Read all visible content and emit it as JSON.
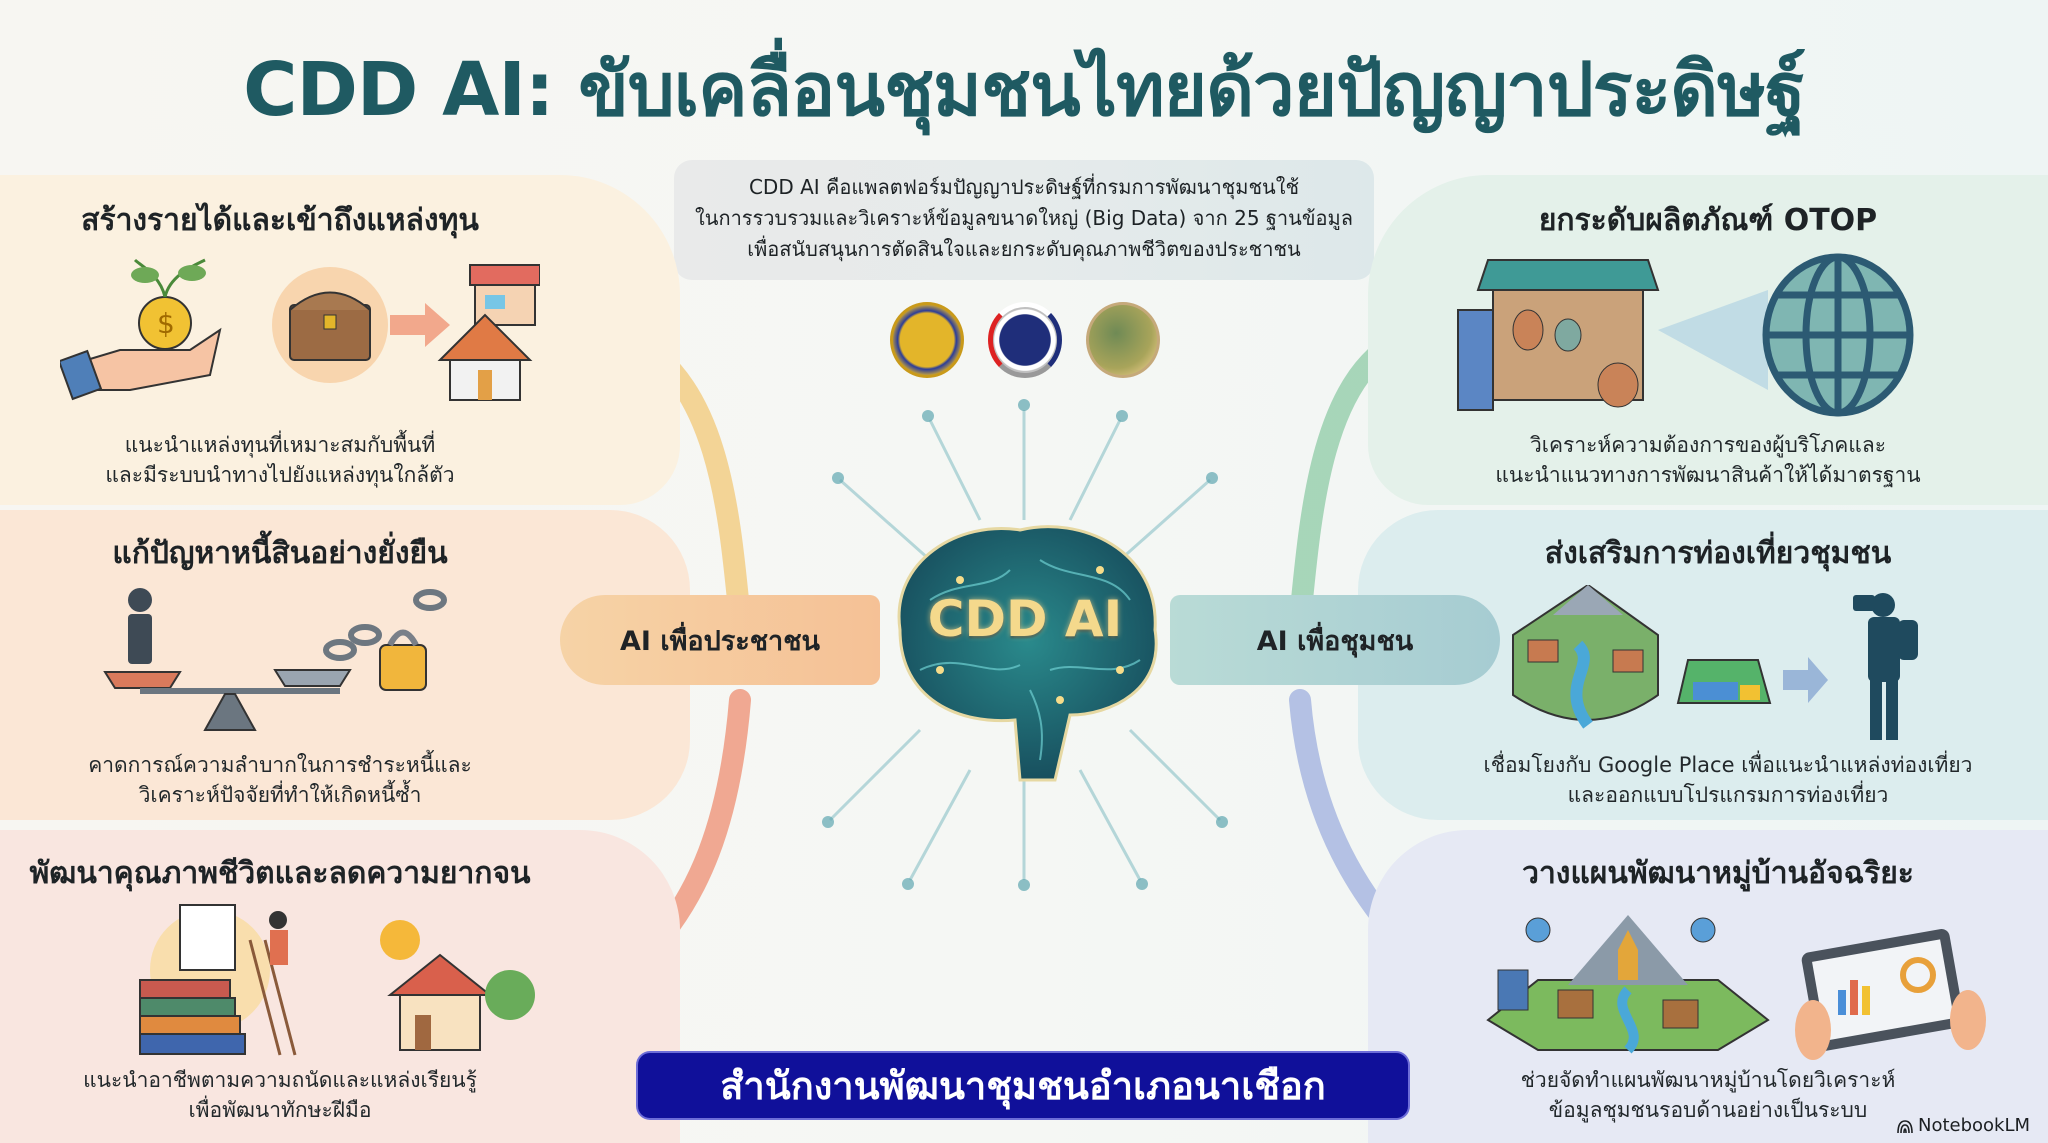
{
  "header": {
    "title": "CDD AI: ขับเคลื่อนชุมชนไทยด้วยปัญญาประดิษฐ์"
  },
  "intro": {
    "lines": [
      "CDD AI คือแพลตฟอร์มปัญญาประดิษฐ์ที่กรมการพัฒนาชุมชนใช้",
      "ในการรวบรวมและวิเคราะห์ข้อมูลขนาดใหญ่ (Big Data) จาก 25 ฐานข้อมูล",
      "เพื่อสนับสนุนการตัดสินใจและยกระดับคุณภาพชีวิตของประชาชน"
    ]
  },
  "logos": [
    "ministry-of-interior-seal",
    "cdd-department-logo",
    "tree-field-emblem"
  ],
  "center": {
    "label": "CDD AI",
    "icon": "brain-circuit-icon"
  },
  "branches": {
    "left": {
      "label": "AI เพื่อประชาชน",
      "color": "#f3b98a"
    },
    "right": {
      "label": "AI เพื่อชุมชน",
      "color": "#a9cfd2"
    }
  },
  "panels": {
    "left": [
      {
        "title": "สร้างรายได้และเข้าถึงแหล่งทุน",
        "desc": [
          "แนะนำแหล่งทุนที่เหมาะสมกับพื้นที่",
          "และมีระบบนำทางไปยังแหล่งทุนใกล้ตัว"
        ],
        "icons": [
          "hand-coin-plant-icon",
          "treasure-chest-icon",
          "arrow-right-icon",
          "shop-icon",
          "temple-icon"
        ],
        "color": "#fbf1e0"
      },
      {
        "title": "แก้ปัญหาหนี้สินอย่างยั่งยืน",
        "desc": [
          "คาดการณ์ความลำบากในการชำระหนี้และ",
          "วิเคราะห์ปัจจัยที่ทำให้เกิดหนี้ซ้ำ"
        ],
        "icons": [
          "person-on-scale-icon",
          "broken-chain-lock-icon"
        ],
        "color": "#fbe7d6"
      },
      {
        "title": "พัฒนาคุณภาพชีวิตและลดความยากจน",
        "desc": [
          "แนะนำอาชีพตามความถนัดและแหล่งเรียนรู้",
          "เพื่อพัฒนาทักษะฝีมือ"
        ],
        "icons": [
          "books-ladder-certificate-icon",
          "house-sun-icon"
        ],
        "color": "#f9e6e0"
      }
    ],
    "right": [
      {
        "title": "ยกระดับผลิตภัณฑ์ OTOP",
        "desc": [
          "วิเคราะห์ความต้องการของผู้บริโภคและ",
          "แนะนำแนวทางการพัฒนาสินค้าให้ได้มาตรฐาน"
        ],
        "icons": [
          "market-stall-icon",
          "globe-icon"
        ],
        "color": "#e4f1ea"
      },
      {
        "title": "ส่งเสริมการท่องเที่ยวชุมชน",
        "desc": [
          "เชื่อมโยงกับ Google Place เพื่อแนะนำแหล่งท่องเที่ยว",
          "และออกแบบโปรแกรมการท่องเที่ยว"
        ],
        "icons": [
          "village-landscape-icon",
          "map-icon",
          "arrow-right-icon",
          "photographer-icon"
        ],
        "color": "#dcedee"
      },
      {
        "title": "วางแผนพัฒนาหมู่บ้านอัจฉริยะ",
        "desc": [
          "ช่วยจัดทำแผนพัฒนาหมู่บ้านโดยวิเคราะห์",
          "ข้อมูลชุมชนรอบด้านอย่างเป็นระบบ"
        ],
        "icons": [
          "smart-village-icon",
          "tablet-dashboard-icon"
        ],
        "color": "#e6e9f4"
      }
    ]
  },
  "footer": {
    "badge": "สำนักงานพัฒนาชุมชนอำเภอนาเชือก",
    "badge_color": "#10109a",
    "watermark": "NotebookLM"
  }
}
